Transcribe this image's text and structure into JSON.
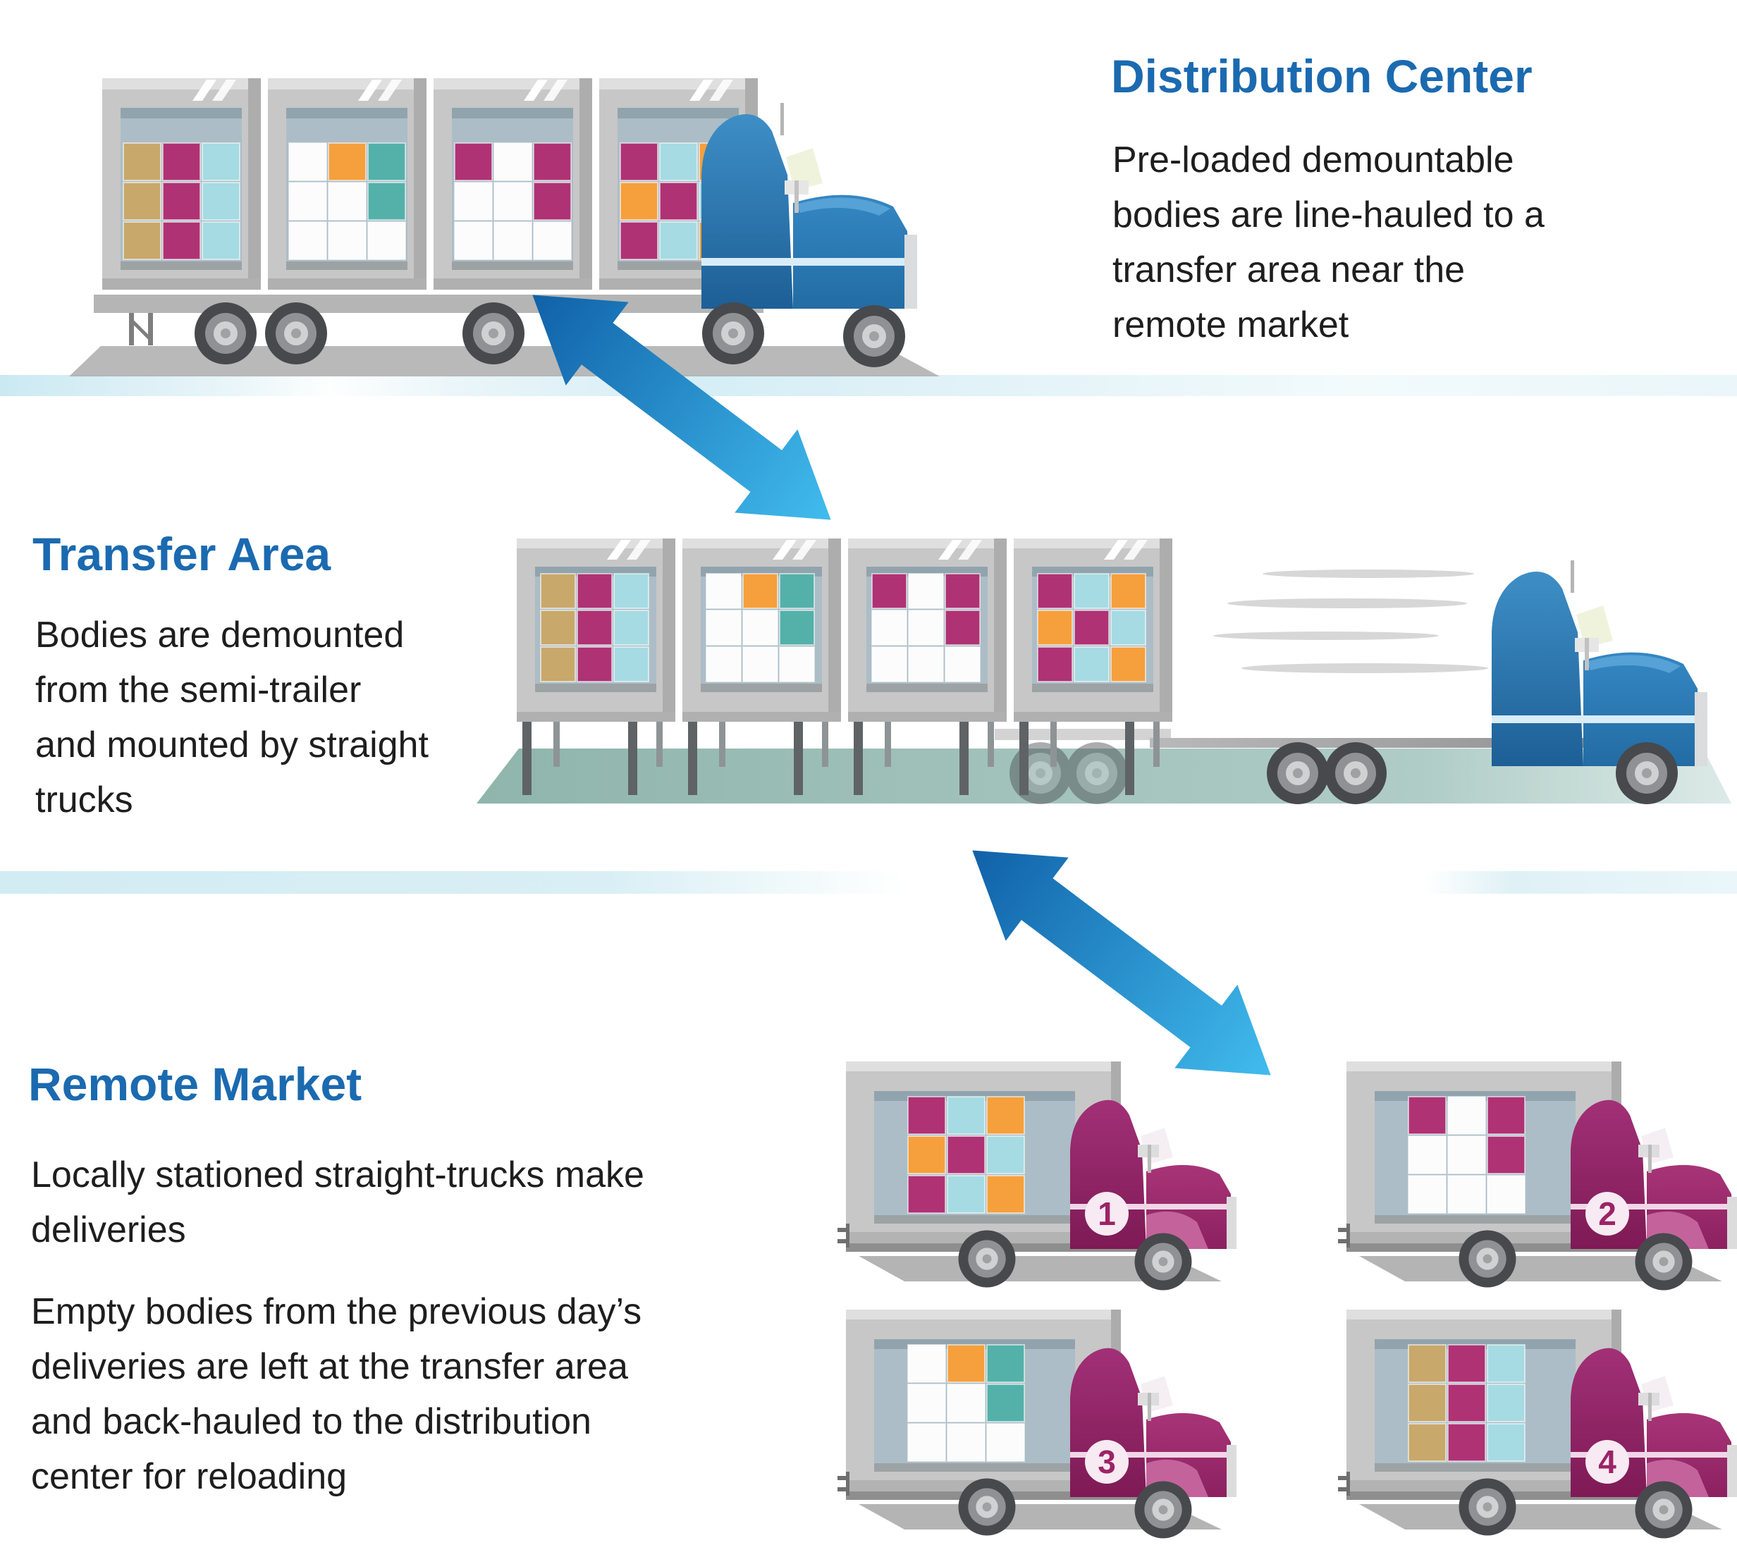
{
  "distribution_center": {
    "title": "Distribution Center",
    "description": "Pre-loaded demountable bodies are line-hauled to a transfer area near the remote market"
  },
  "transfer_area": {
    "title": "Transfer Area",
    "description": "Bodies are demounted from the semi-trailer and mounted by straight trucks"
  },
  "remote_market": {
    "title": "Remote Market",
    "description_1": "Locally stationed straight-trucks make deliveries",
    "description_2": "Empty bodies from the previous day’s deliveries are left at the transfer area and back-hauled to the distribution center for reloading",
    "trucks": [
      {
        "number": "1"
      },
      {
        "number": "2"
      },
      {
        "number": "3"
      },
      {
        "number": "4"
      }
    ]
  },
  "colors": {
    "heading_blue": "#1B6AB0",
    "body_text": "#1E1E1E",
    "arrow_dark": "#1061A8",
    "arrow_light": "#41BCEE",
    "divider_band": "#D2ECF3",
    "tractor_blue": "#2F80BD",
    "delivery_truck_magenta": "#9C2265",
    "container_gray": "#C7C7C7",
    "container_interior": "#ACBDC7",
    "platform_teal": "#8FB5AC"
  },
  "cargo": {
    "bodyA": [
      "#C8A86B",
      "#AF3274",
      "#A6DBE3",
      "#C8A86B",
      "#AF3274",
      "#A6DBE3",
      "#C8A86B",
      "#AF3274",
      "#A6DBE3"
    ],
    "bodyB": [
      "#FCFCFC",
      "#F5A03C",
      "#53B1A9",
      "#FCFCFC",
      "#FCFCFC",
      "#53B1A9",
      "#FCFCFC",
      "#FCFCFC",
      "#FCFCFC"
    ],
    "bodyC": [
      "#AF3274",
      "#FCFCFC",
      "#AF3274",
      "#FCFCFC",
      "#FCFCFC",
      "#AF3274",
      "#FCFCFC",
      "#FCFCFC",
      "#FCFCFC"
    ],
    "bodyD": [
      "#AF3274",
      "#A6DBE3",
      "#F5A03C",
      "#F5A03C",
      "#AF3274",
      "#A6DBE3",
      "#AF3274",
      "#A6DBE3",
      "#F5A03C"
    ]
  }
}
